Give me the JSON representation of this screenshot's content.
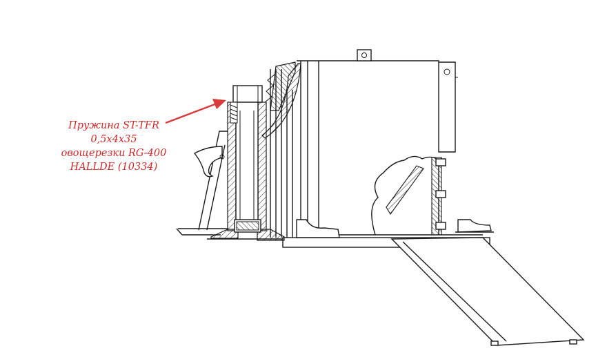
{
  "callout": {
    "lines": [
      "Пружина ST-TFR",
      "0,5x4x35",
      "овощерезки RG-400",
      "HALLDE (10334)"
    ],
    "color": "#cc2a2a"
  },
  "arrow": {
    "color": "#d93a3a"
  },
  "drawing": {
    "line_color": "#1a1a1a"
  }
}
